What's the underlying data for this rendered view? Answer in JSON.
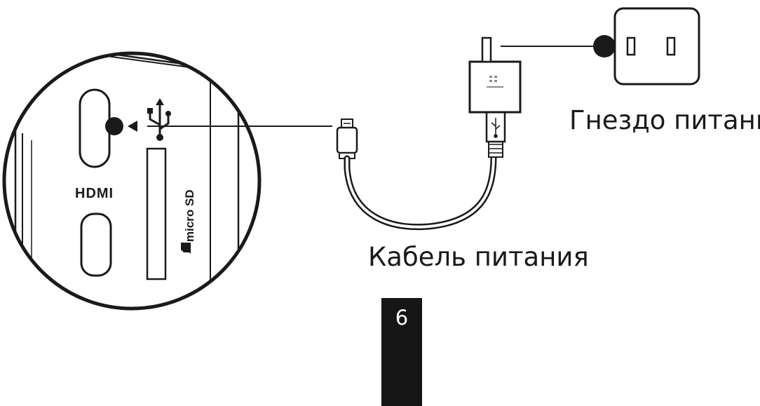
{
  "labels": {
    "power_socket": "Гнездо питания",
    "power_cable": "Кабель питания"
  },
  "device_ports": {
    "hdmi": "HDMI",
    "micro_sd": "micro SD"
  },
  "page_number": "6",
  "icons": {
    "usb": "usb-icon",
    "sd_card": "sd-card-icon",
    "arrow": "left-triangle-icon",
    "outlet": "wall-outlet-icon",
    "adapter": "power-adapter-icon"
  },
  "colors": {
    "ink": "#1a1a1a",
    "page_tab": "#161616",
    "page_number": "#ffffff"
  }
}
